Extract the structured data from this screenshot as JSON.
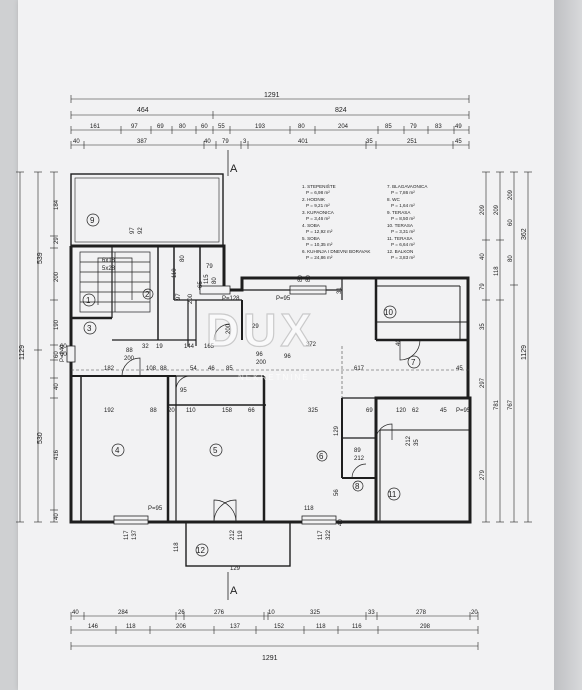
{
  "top_dims": {
    "row1": [
      "1291"
    ],
    "row2": [
      "464",
      "824"
    ],
    "row3": [
      "161",
      "97",
      "69",
      "80",
      "60",
      "55",
      "193",
      "80",
      "204",
      "85",
      "79",
      "83",
      "49"
    ],
    "row4": [
      "40",
      "387",
      "40",
      "79",
      "3",
      "401",
      "35",
      "251",
      "45"
    ]
  },
  "bottom_dims": {
    "row1": [
      "40",
      "284",
      "26",
      "276",
      "10",
      "325",
      "33",
      "278",
      "20"
    ],
    "row2": [
      "146",
      "118",
      "206",
      "137",
      "152",
      "118",
      "116",
      "298"
    ],
    "row3": [
      "1291"
    ]
  },
  "left_dims": {
    "outer": [
      "1129"
    ],
    "mid": [
      "539",
      "530"
    ],
    "inner": [
      "184",
      "29",
      "200",
      "190",
      "60",
      "40",
      "416",
      "40"
    ],
    "small": [
      "60",
      "60",
      "10",
      "10"
    ]
  },
  "right_dims": {
    "outer": [
      "1129"
    ],
    "mid": [
      "362",
      "767"
    ],
    "inner_a": [
      "209",
      "118",
      "781"
    ],
    "inner_b": [
      "209",
      "40",
      "79",
      "35",
      "297"
    ],
    "inner_c": [
      "60",
      "90",
      "35",
      "279"
    ],
    "inner_d": [
      "60",
      "80"
    ]
  },
  "section": {
    "label": "A"
  },
  "legend": {
    "left": [
      "1. STEPENIŠTE",
      "P = 6,98 m²",
      "2. HODNIK",
      "P = 9,21 m²",
      "3. KUPAONICA",
      "P = 3,46 m²",
      "4. SOBA",
      "P = 12,92 m²",
      "5. SOBA",
      "P = 10,35 m²",
      "6. KUHINJA I DNEVNI BORAVAK",
      "P = 24,86 m²"
    ],
    "right": [
      "7. BLAGAVAONICA",
      "P = 7,86 m²",
      "8. WC",
      "P = 1,64 m²",
      "9. TERASA",
      "P = 8,50 m²",
      "10. TERASA",
      "P = 3,31 m²",
      "11. TERASA",
      "P = 6,64 m²",
      "12. BALKON",
      "P = 3,83 m²"
    ]
  },
  "rooms": [
    "1",
    "2",
    "3",
    "4",
    "5",
    "6",
    "7",
    "8",
    "9",
    "10",
    "11",
    "12"
  ],
  "interior_dims": [
    "97",
    "92",
    "6x18",
    "5x28",
    "110",
    "80",
    "79",
    "115",
    "80",
    "65",
    "P=128",
    "P=95",
    "80",
    "80",
    "31",
    "97",
    "200",
    "88",
    "200",
    "32",
    "19",
    "144",
    "165",
    "29",
    "200",
    "96",
    "200",
    "54",
    "46",
    "85",
    "96",
    "108",
    "88",
    "95",
    "110",
    "158",
    "66",
    "325",
    "182",
    "192",
    "88",
    "20",
    "46",
    "46",
    "372",
    "617",
    "45",
    "89",
    "212",
    "120",
    "212",
    "35",
    "69",
    "120",
    "62",
    "45",
    "P=95",
    "P=95",
    "118",
    "117",
    "137",
    "212",
    "119",
    "118",
    "117",
    "322",
    "129",
    "56",
    "129",
    "40",
    "40",
    "P=240",
    "P=240"
  ],
  "watermark": {
    "brand": "DUX",
    "sub": "NEKRETNINE"
  }
}
